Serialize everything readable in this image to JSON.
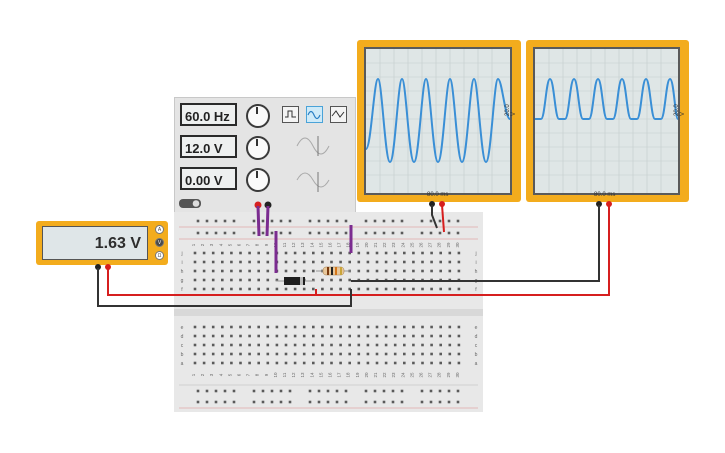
{
  "function_generator": {
    "frequency": "60.0 Hz",
    "amplitude": "12.0 V",
    "dc_offset": "0.00 V",
    "selected_waveform": "sine",
    "waveforms": [
      "square-icon",
      "sine-icon",
      "triangle-icon"
    ]
  },
  "oscilloscope_1": {
    "time_label": "80.0 ms",
    "volt_label": "20.0 V"
  },
  "oscilloscope_2": {
    "time_label": "80.0 ms",
    "volt_label": "20.0 V"
  },
  "multimeter": {
    "reading": "1.63 V",
    "mode_buttons": [
      "A",
      "V",
      "Ω"
    ]
  },
  "breadboard": {
    "column_numbers": [
      "1",
      "2",
      "3",
      "4",
      "5",
      "6",
      "7",
      "8",
      "9",
      "10",
      "11",
      "12",
      "13",
      "14",
      "15",
      "16",
      "17",
      "18",
      "19",
      "20",
      "21",
      "22",
      "23",
      "24",
      "25",
      "26",
      "27",
      "28",
      "29",
      "30"
    ],
    "row_letters_top": [
      "j",
      "i",
      "h",
      "g",
      "f"
    ],
    "row_letters_bottom": [
      "e",
      "d",
      "c",
      "b",
      "a"
    ]
  },
  "colors": {
    "scope_frame": "#f3ac1d",
    "trace": "#3a8fd6",
    "wire_red": "#d61f1f",
    "wire_black": "#333333",
    "wire_purple": "#7b2c90"
  }
}
